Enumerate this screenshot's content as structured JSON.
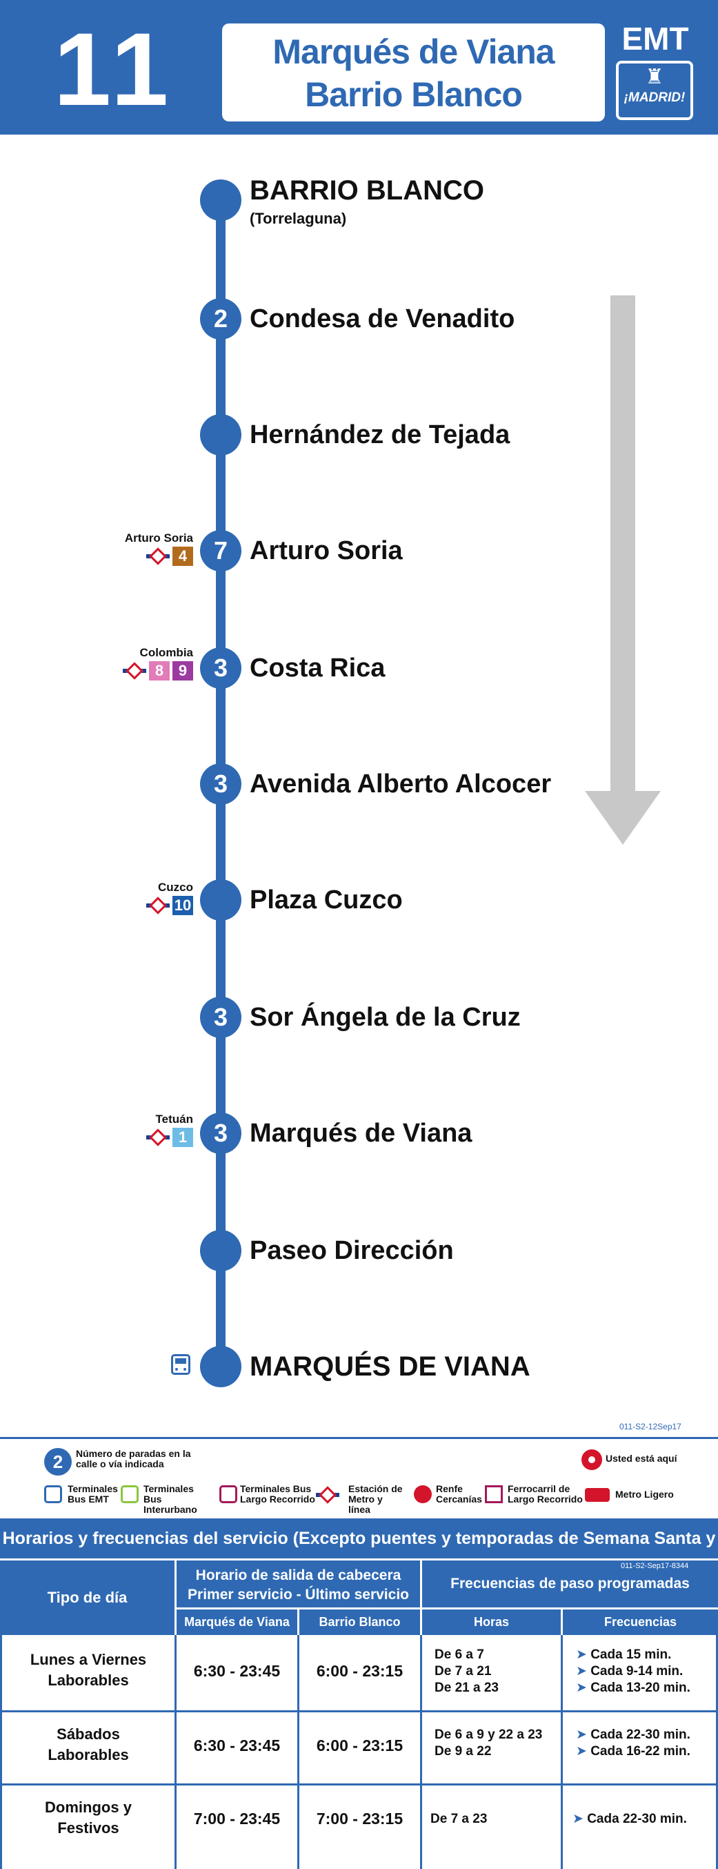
{
  "header": {
    "line_number": "11",
    "destination_line1": "Marqués de Viana",
    "destination_line2": "Barrio Blanco",
    "operator": "EMT",
    "city_logo_text": "¡MADRID!",
    "brand_color": "#2f69b3"
  },
  "route": {
    "stops": [
      {
        "name": "BARRIO BLANCO",
        "sub": "(Torrelaguna)",
        "count": "",
        "terminal": true
      },
      {
        "name": "Condesa de Venadito",
        "count": "2"
      },
      {
        "name": "Hernández de Tejada",
        "count": ""
      },
      {
        "name": "Arturo Soria",
        "count": "7",
        "connection": {
          "station": "Arturo Soria",
          "lines": [
            "4"
          ]
        }
      },
      {
        "name": "Costa Rica",
        "count": "3",
        "connection": {
          "station": "Colombia",
          "lines": [
            "8",
            "9"
          ]
        }
      },
      {
        "name": "Avenida Alberto Alcocer",
        "count": "3"
      },
      {
        "name": "Plaza Cuzco",
        "count": "",
        "connection": {
          "station": "Cuzco",
          "lines": [
            "10"
          ]
        }
      },
      {
        "name": "Sor Ángela de la Cruz",
        "count": "3"
      },
      {
        "name": "Marqués de Viana",
        "count": "3",
        "connection": {
          "station": "Tetuán",
          "lines": [
            "1"
          ]
        }
      },
      {
        "name": "Paseo Dirección",
        "count": ""
      },
      {
        "name": "MARQUÉS DE VIANA",
        "count": "",
        "terminal": true
      }
    ],
    "metro_line_colors": {
      "1": "#6cbce6",
      "4": "#b26b1c",
      "8": "#e17cb8",
      "9": "#9b3ba1",
      "10": "#1d5fae"
    }
  },
  "legend": {
    "ref_code": "011-S2-12Sep17",
    "stops_count_label": "Número de paradas en la calle o vía indicada",
    "you_are_here": "Usted está aquí",
    "items": [
      "Terminales Bus EMT",
      "Terminales Bus Interurbano",
      "Terminales Bus Largo Recorrido",
      "Estación de Metro y línea",
      "Renfe Cercanías",
      "Ferrocarril de Largo Recorrido",
      "Metro Ligero"
    ]
  },
  "schedule": {
    "title": "Horarios y frecuencias del servicio (Excepto puentes y temporadas de Semana Santa y Verano)",
    "ref_code": "011-S2-Sep17-8344",
    "col_day_type": "Tipo de día",
    "col_headway_title": "Horario de salida de cabecera",
    "col_headway_sub": "Primer servicio - Último servicio",
    "col_origin": "Marqués de Viana",
    "col_destination": "Barrio Blanco",
    "col_freq_title": "Frecuencias de paso programadas",
    "col_hours": "Horas",
    "col_frequencies": "Frecuencias",
    "rows": [
      {
        "day_line1": "Lunes a Viernes",
        "day_line2": "Laborables",
        "origin": "6:30 - 23:45",
        "destination": "6:00 - 23:15",
        "hours": [
          "De 6 a 7",
          "De 7 a 21",
          "De 21 a 23"
        ],
        "freqs": [
          "Cada 15 min.",
          "Cada 9-14 min.",
          "Cada 13-20 min."
        ]
      },
      {
        "day_line1": "Sábados",
        "day_line2": "Laborables",
        "origin": "6:30 - 23:45",
        "destination": "6:00 - 23:15",
        "hours": [
          "De 6 a 9 y 22 a 23",
          "De 9 a 22"
        ],
        "freqs": [
          "Cada 22-30 min.",
          "Cada 16-22 min."
        ]
      },
      {
        "day_line1": "Domingos y",
        "day_line2": "Festivos",
        "origin": "7:00 - 23:45",
        "destination": "7:00 - 23:15",
        "hours": [
          "De 7 a 23"
        ],
        "freqs": [
          "Cada 22-30 min."
        ]
      }
    ]
  }
}
